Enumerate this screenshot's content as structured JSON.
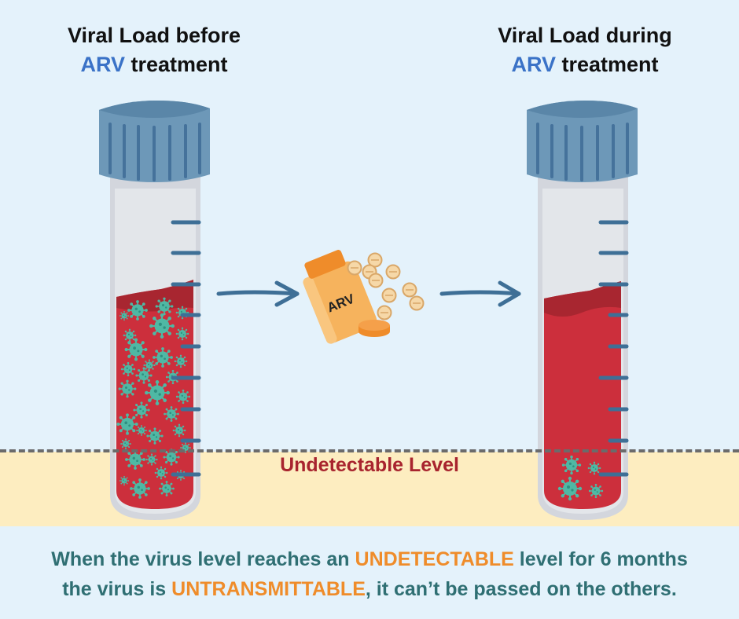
{
  "left_title": {
    "line1": "Viral Load before",
    "arv": "ARV",
    "rest": "treatment"
  },
  "right_title": {
    "line1": "Viral Load during",
    "arv": "ARV",
    "rest": "treatment"
  },
  "bottle_label": "ARV",
  "level_label": "Undetectable Level",
  "caption": {
    "part1": "When the virus level reaches an ",
    "hl1": "UNDETECTABLE",
    "part2": " level for 6 months",
    "part3": "the virus is ",
    "hl2": "UNTRANSMITTABLE",
    "part4": ", it can’t be passed on the others."
  },
  "colors": {
    "background": "#e4f2fb",
    "sand": "#fdedc0",
    "blood": "#cc2f3c",
    "virus": "#4fb8a4",
    "cap": "#6d98b8",
    "arv_text": "#3a72c7",
    "caption_text": "#2f6f73",
    "highlight": "#ef8c2a",
    "level_text": "#a8242e"
  },
  "icons": [
    "test-tube-icon",
    "virus-icon",
    "pill-bottle-icon",
    "pill-icon",
    "arrow-right-icon"
  ]
}
